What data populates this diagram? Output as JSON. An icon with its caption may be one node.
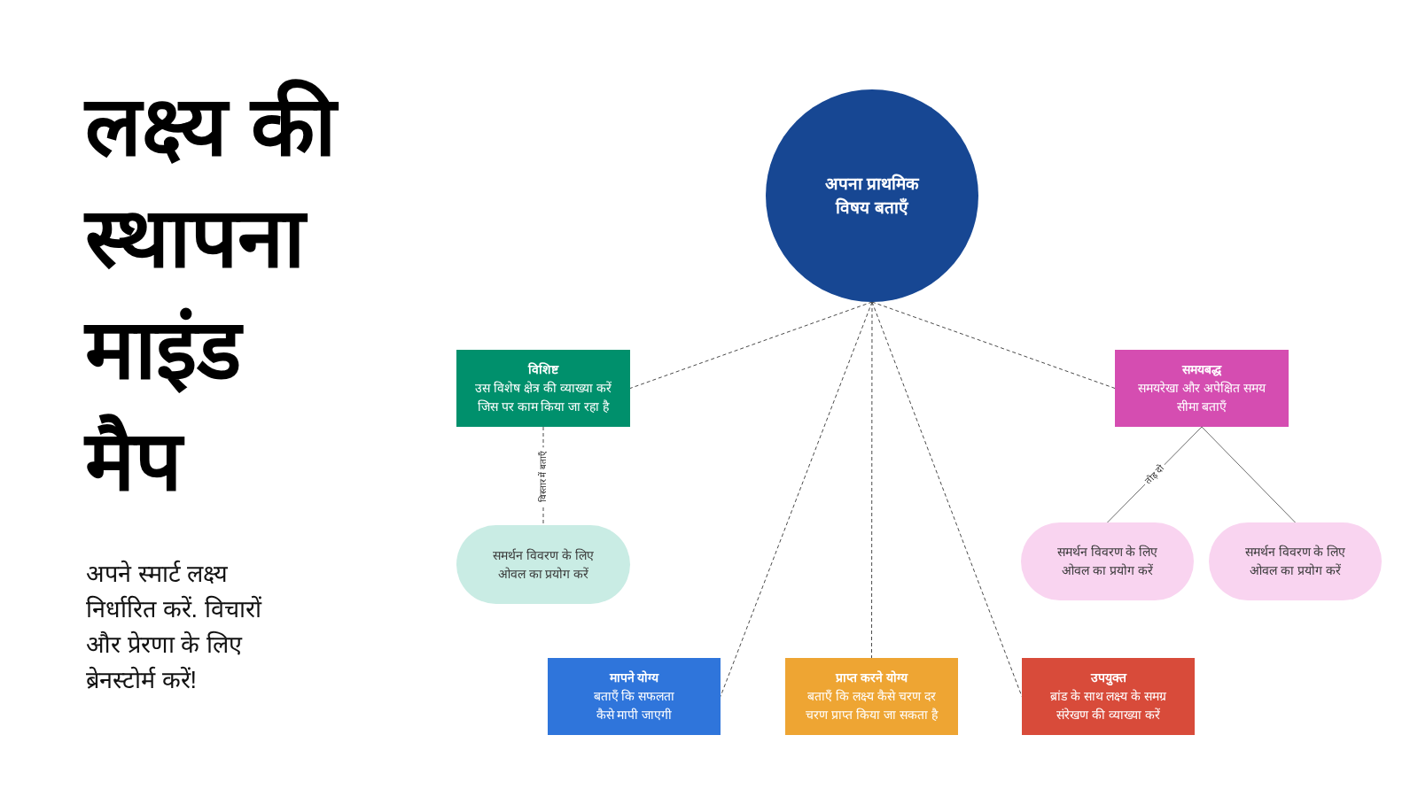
{
  "diagram": {
    "title": "लक्ष्य की स्थापना माइंड मैप",
    "nodes": [
      {
        "text": [
          "अपना प्राथमिक विषय बताएँ"
        ]
      },
      {
        "text": [
          "विशिष्ट",
          "उस विशेष क्षेत्र की व्याख्या करें जिस पर काम किया जा रहा है"
        ]
      },
      {
        "text": [
          "समयबद्ध",
          "समयरेखा और अपेक्षित समय सीमा बताएँ"
        ]
      },
      {
        "text": [
          "समर्थन विवरण के लिए ओवल का प्रयोग करें"
        ]
      },
      {
        "text": [
          "समर्थन विवरण के लिए ओवल का प्रयोग करें"
        ]
      },
      {
        "text": [
          "समर्थन विवरण के लिए ओवल का प्रयोग करें"
        ]
      },
      {
        "text": [
          "मापने योग्य",
          "बताएँ कि सफलता कैसे मापी जाएगी"
        ]
      },
      {
        "text": [
          "प्राप्त करने योग्य",
          "बताएँ कि लक्ष्य कैसे चरण दर चरण प्राप्त किया जा सकता है"
        ]
      },
      {
        "text": [
          "उपयुक्त",
          "ब्रांड के साथ लक्ष्य के समग्र संरेखण की व्याख्या करें"
        ]
      }
    ],
    "edges": [
      {
        "from": 0,
        "to": 1,
        "arrow": "none",
        "style": "dashed"
      },
      {
        "from": 0,
        "to": 2,
        "arrow": "none",
        "style": "dashed"
      },
      {
        "from": 0,
        "to": 6,
        "arrow": "none",
        "style": "dashed"
      },
      {
        "from": 0,
        "to": 7,
        "arrow": "none",
        "style": "dashed"
      },
      {
        "from": 0,
        "to": 8,
        "arrow": "none",
        "style": "dashed"
      },
      {
        "from": 1,
        "to": 3,
        "arrow": "none",
        "style": "dashed",
        "label": "विस्तार में बताएँ"
      },
      {
        "from": 2,
        "to": 4,
        "arrow": "none",
        "label": "तोड़ दो"
      },
      {
        "from": 2,
        "to": 5,
        "arrow": "none"
      }
    ],
    "labels": [
      "अपने स्मार्ट लक्ष्य निर्धारित करें. विचारों और प्रेरणा के लिए ब्रेनस्टोर्म करें!"
    ]
  }
}
